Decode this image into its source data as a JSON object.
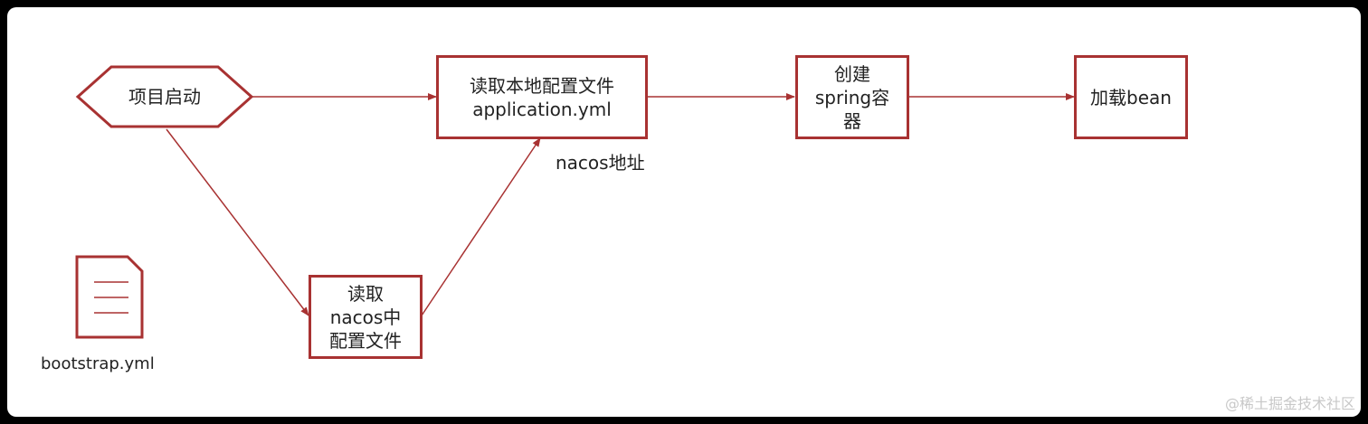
{
  "diagram": {
    "nodes": {
      "start": "项目启动",
      "read_local": [
        "读取本地配置文件",
        "application.yml"
      ],
      "read_nacos": [
        "读取",
        "nacos中",
        "配置文件"
      ],
      "create_container": [
        "创建",
        "spring容",
        "器"
      ],
      "load_bean": "加载bean"
    },
    "edge_label_nacos": "nacos地址",
    "file_label": "bootstrap.yml"
  },
  "watermark": "@稀土掘金技术社区",
  "colors": {
    "stroke": "#a83232",
    "background": "#ffffff",
    "frame": "#000000",
    "text": "#222222"
  }
}
